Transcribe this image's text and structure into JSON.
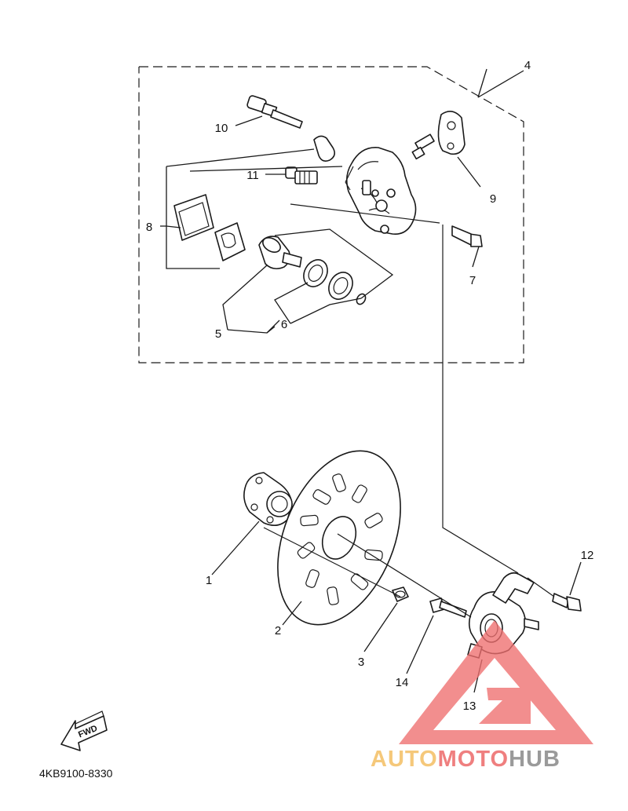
{
  "diagram": {
    "callouts": [
      "1",
      "2",
      "3",
      "4",
      "5",
      "6",
      "7",
      "8",
      "9",
      "10",
      "11",
      "12",
      "13",
      "14"
    ],
    "part_code": "4KB9100-8330",
    "fwd_label": "FWD"
  },
  "watermark": {
    "brand": "AUTOMOTOHUB",
    "brand_parts": [
      "AUTO",
      "MOTO",
      "HUB"
    ],
    "colors": {
      "auto": "#f5c87a",
      "moto": "#ef7f7f",
      "hub": "#9a9a9a",
      "triangle": "#ef6f6f"
    }
  }
}
